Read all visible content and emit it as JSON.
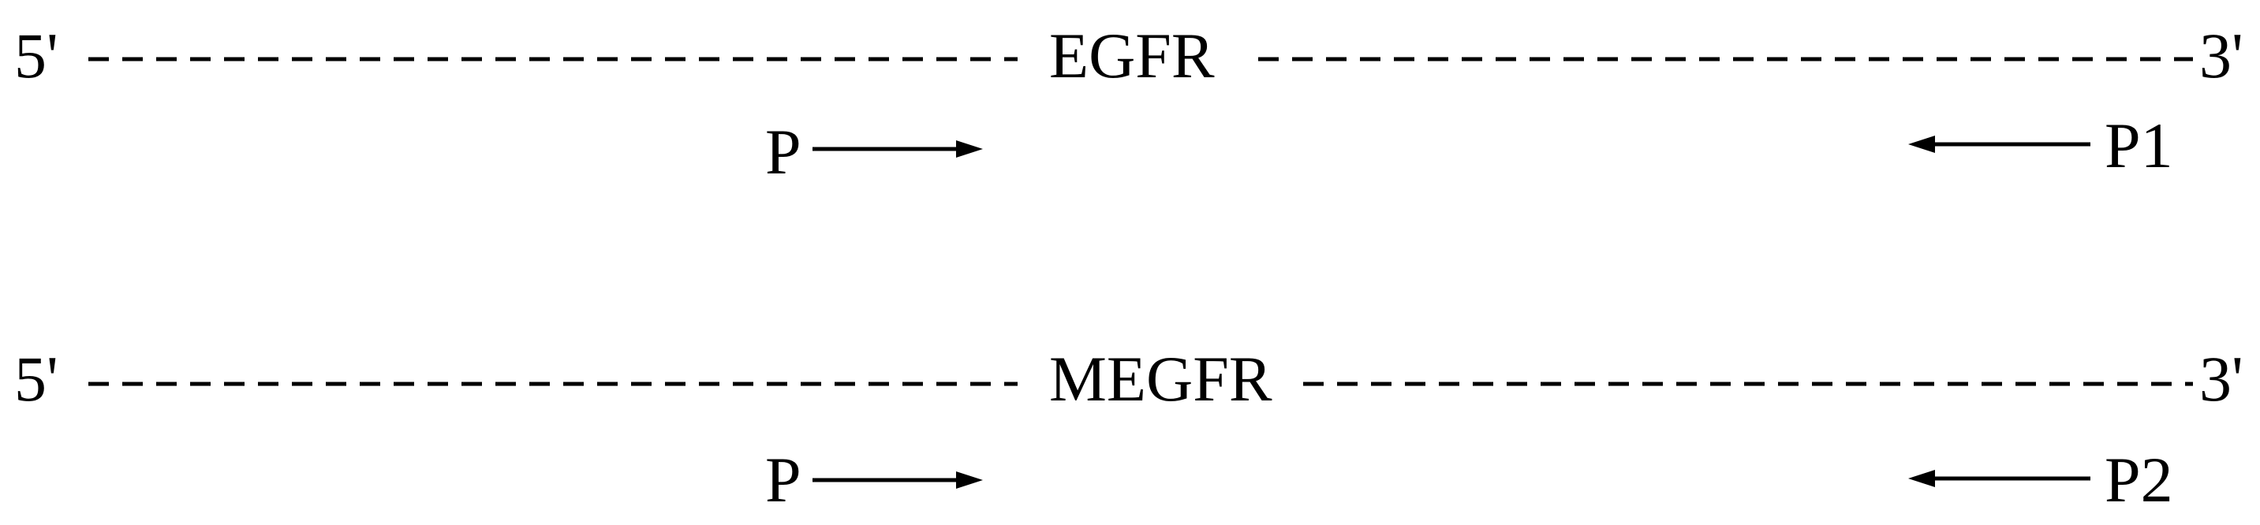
{
  "strands": [
    {
      "five_prime": "5'",
      "gene": "EGFR",
      "three_prime": "3'",
      "forward_primer": "P",
      "reverse_primer": "P1"
    },
    {
      "five_prime": "5'",
      "gene": "MEGFR",
      "three_prime": "3'",
      "forward_primer": "P",
      "reverse_primer": "P2"
    }
  ]
}
